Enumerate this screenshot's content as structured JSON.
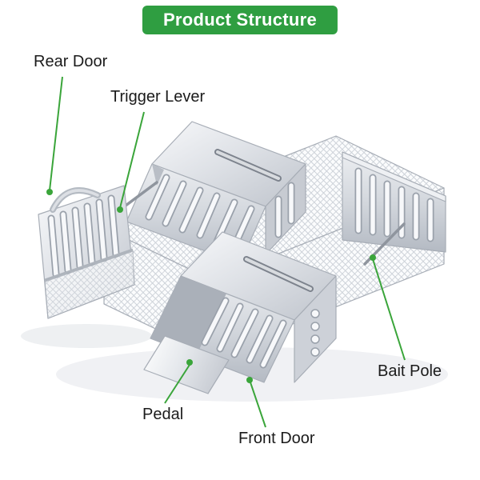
{
  "title": "Product Structure",
  "labels": {
    "rear_door": "Rear Door",
    "trigger_lever": "Trigger Lever",
    "bait_pole": "Bait Pole",
    "pedal": "Pedal",
    "front_door": "Front Door"
  },
  "colors": {
    "banner_green": "#2f9e41",
    "leader_green": "#3aa53a",
    "label_text": "#1b1b1b"
  }
}
